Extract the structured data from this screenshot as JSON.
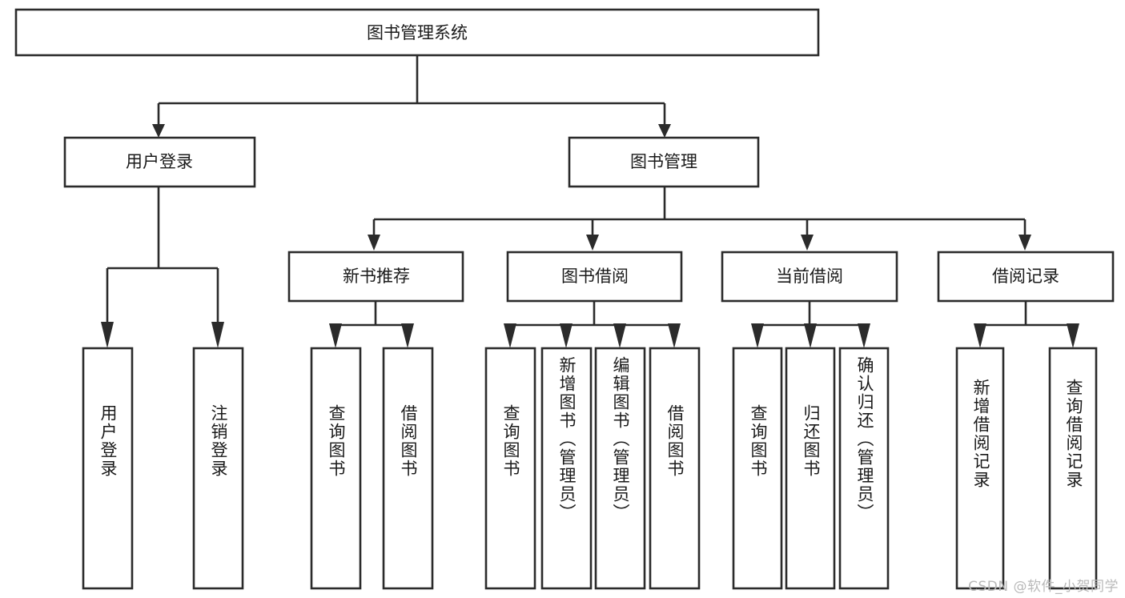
{
  "diagram": {
    "title_node": {
      "label": "图书管理系统"
    },
    "level1": [
      {
        "id": "user-login",
        "label": "用户登录"
      },
      {
        "id": "book-manage",
        "label": "图书管理"
      }
    ],
    "level2": [
      {
        "id": "new-book-rec",
        "label": "新书推荐"
      },
      {
        "id": "book-borrow",
        "label": "图书借阅"
      },
      {
        "id": "current-borrow",
        "label": "当前借阅"
      },
      {
        "id": "borrow-record",
        "label": "借阅记录"
      }
    ],
    "leaves": {
      "user_login": [
        {
          "id": "leaf-user-login",
          "label": "用户登录"
        },
        {
          "id": "leaf-logout",
          "label": "注销登录"
        }
      ],
      "new_book_rec": [
        {
          "id": "leaf-query-book-1",
          "label": "查询图书"
        },
        {
          "id": "leaf-borrow-book-1",
          "label": "借阅图书"
        }
      ],
      "book_borrow": [
        {
          "id": "leaf-query-book-2",
          "label": "查询图书"
        },
        {
          "id": "leaf-add-book",
          "label": "新增图书（管理员）"
        },
        {
          "id": "leaf-edit-book",
          "label": "编辑图书（管理员）"
        },
        {
          "id": "leaf-borrow-book-2",
          "label": "借阅图书"
        }
      ],
      "current_borrow": [
        {
          "id": "leaf-query-book-3",
          "label": "查询图书"
        },
        {
          "id": "leaf-return-book",
          "label": "归还图书"
        },
        {
          "id": "leaf-confirm-return",
          "label": "确认归还（管理员）"
        }
      ],
      "borrow_record": [
        {
          "id": "leaf-add-record",
          "label": "新增借阅记录"
        },
        {
          "id": "leaf-query-record",
          "label": "查询借阅记录"
        }
      ]
    },
    "watermark": "CSDN @软件_小贺同学",
    "colors": {
      "stroke": "#2b2b2b",
      "fill": "#ffffff",
      "text": "#1a1a1a",
      "watermark": "#b9b9b9",
      "background": "#ffffff"
    }
  }
}
